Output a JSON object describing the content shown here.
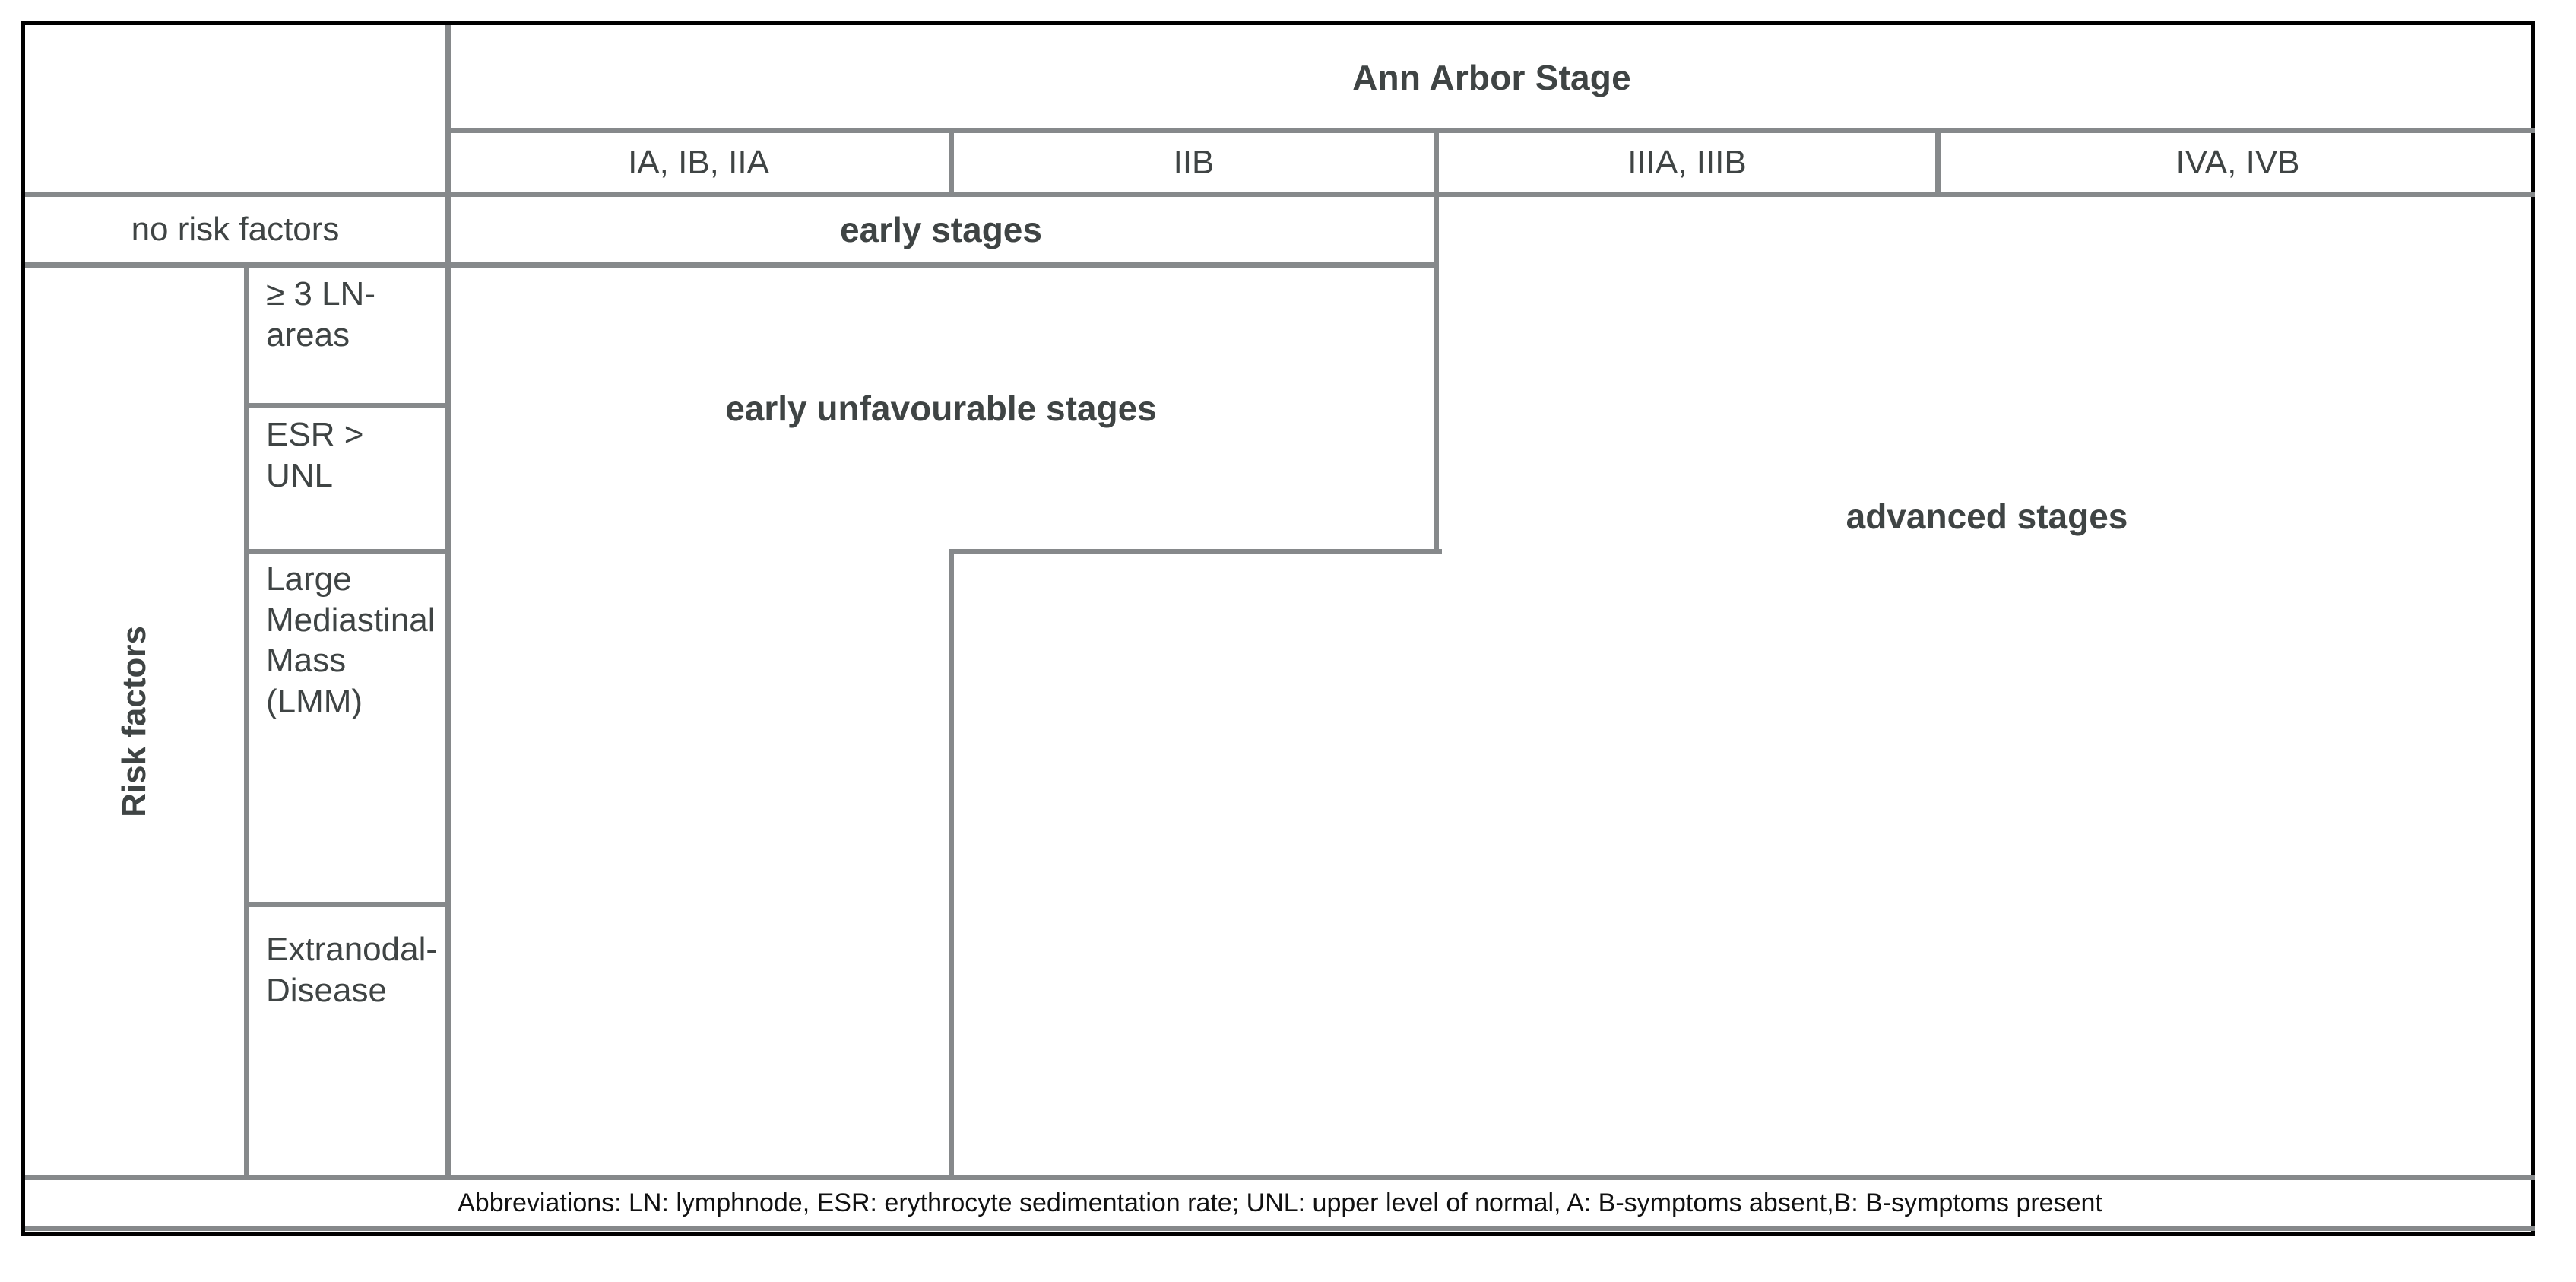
{
  "table": {
    "column_header_group": "Ann Arbor Stage",
    "stage_columns": [
      "IA, IB, IIA",
      "IIB",
      "IIIA, IIIB",
      "IVA, IVB"
    ],
    "row_header_group": "Risk factors",
    "no_risk_factors_label": "no risk factors",
    "risk_factors": [
      "≥ 3 LN-areas",
      "ESR > UNL",
      "Large Mediastinal Mass (LMM)",
      "Extranodal-Disease"
    ],
    "bands": {
      "early": "early stages",
      "early_unfavourable": "early unfavourable stages",
      "advanced": "advanced stages"
    },
    "footnote": "Abbreviations: LN: lymphnode, ESR: erythrocyte sedimentation rate; UNL: upper level of normal, A: B-symptoms absent,B: B-symptoms present"
  },
  "colors": {
    "outer_border": "#000000",
    "inner_rule": "#86898b",
    "text": "#3f4444",
    "footnote_text": "#111111",
    "background": "#ffffff"
  }
}
